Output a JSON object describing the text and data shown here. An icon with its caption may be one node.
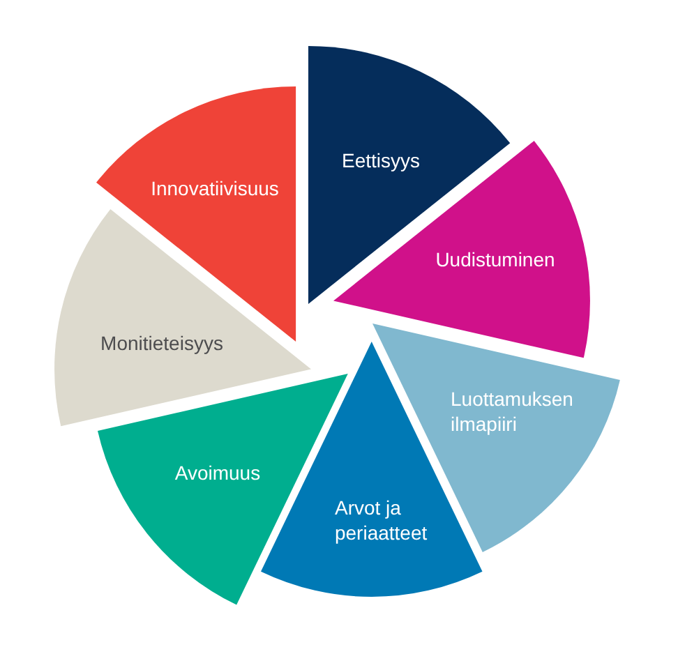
{
  "diagram": {
    "nodes": [
      {
        "text": [
          "Eettisyys"
        ]
      },
      {
        "text": [
          "Uudistuminen"
        ]
      },
      {
        "text": [
          "Luottamuksen ilmapiiri"
        ]
      },
      {
        "text": [
          "Arvot ja periaatteet"
        ]
      },
      {
        "text": [
          "Avoimuus"
        ]
      },
      {
        "text": [
          "Monitieteisyys"
        ]
      },
      {
        "text": [
          "Innovatiivisuus"
        ]
      }
    ]
  }
}
